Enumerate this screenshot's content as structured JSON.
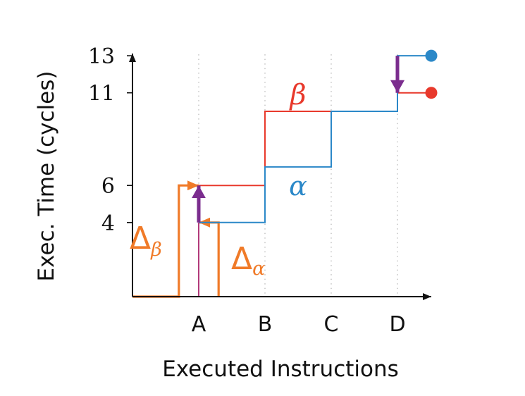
{
  "chart_data": {
    "type": "line",
    "title": "",
    "xlabel": "Executed Instructions",
    "ylabel": "Exec. Time (cycles)",
    "x_categories": [
      "A",
      "B",
      "C",
      "D"
    ],
    "y_ticks": [
      4,
      6,
      11,
      13
    ],
    "xlim": [
      0,
      4.45
    ],
    "ylim": [
      0,
      13
    ],
    "grid": "vertical dotted lines at A, B, C, D",
    "series": [
      {
        "name": "β",
        "color": "#e8392c",
        "points": [
          [
            1,
            6
          ],
          [
            2,
            6
          ],
          [
            2,
            10
          ],
          [
            4,
            10
          ],
          [
            4,
            11
          ],
          [
            4.5,
            11
          ]
        ],
        "end_marker": "circle"
      },
      {
        "name": "α",
        "color": "#2b88c8",
        "points": [
          [
            1,
            4
          ],
          [
            2,
            4
          ],
          [
            2,
            7
          ],
          [
            3,
            7
          ],
          [
            3,
            10
          ],
          [
            4,
            10
          ],
          [
            4,
            13
          ],
          [
            4.5,
            13
          ]
        ],
        "end_marker": "circle"
      }
    ],
    "annotations": [
      {
        "label": "Δβ",
        "label_main": "Δ",
        "label_sub": "β",
        "color": "#f07a28",
        "path": [
          [
            0,
            0
          ],
          [
            0.7,
            0
          ],
          [
            0.7,
            6
          ],
          [
            1,
            6
          ]
        ]
      },
      {
        "label": "Δα",
        "label_main": "Δ",
        "label_sub": "α",
        "color": "#f07a28",
        "path": [
          [
            1.3,
            0
          ],
          [
            1.3,
            4
          ],
          [
            1,
            4
          ]
        ]
      }
    ],
    "arrows": [
      {
        "color": "#7b2d8e",
        "from": [
          1,
          4
        ],
        "to": [
          1,
          6
        ]
      },
      {
        "color": "#7b2d8e",
        "from": [
          4,
          13
        ],
        "to": [
          4,
          11
        ]
      }
    ],
    "aux_lines": [
      {
        "color": "#b23a7a",
        "points": [
          [
            1,
            0
          ],
          [
            1,
            4
          ]
        ]
      }
    ]
  },
  "colors": {
    "axis": "#111111",
    "grid": "#b5b5b5"
  }
}
